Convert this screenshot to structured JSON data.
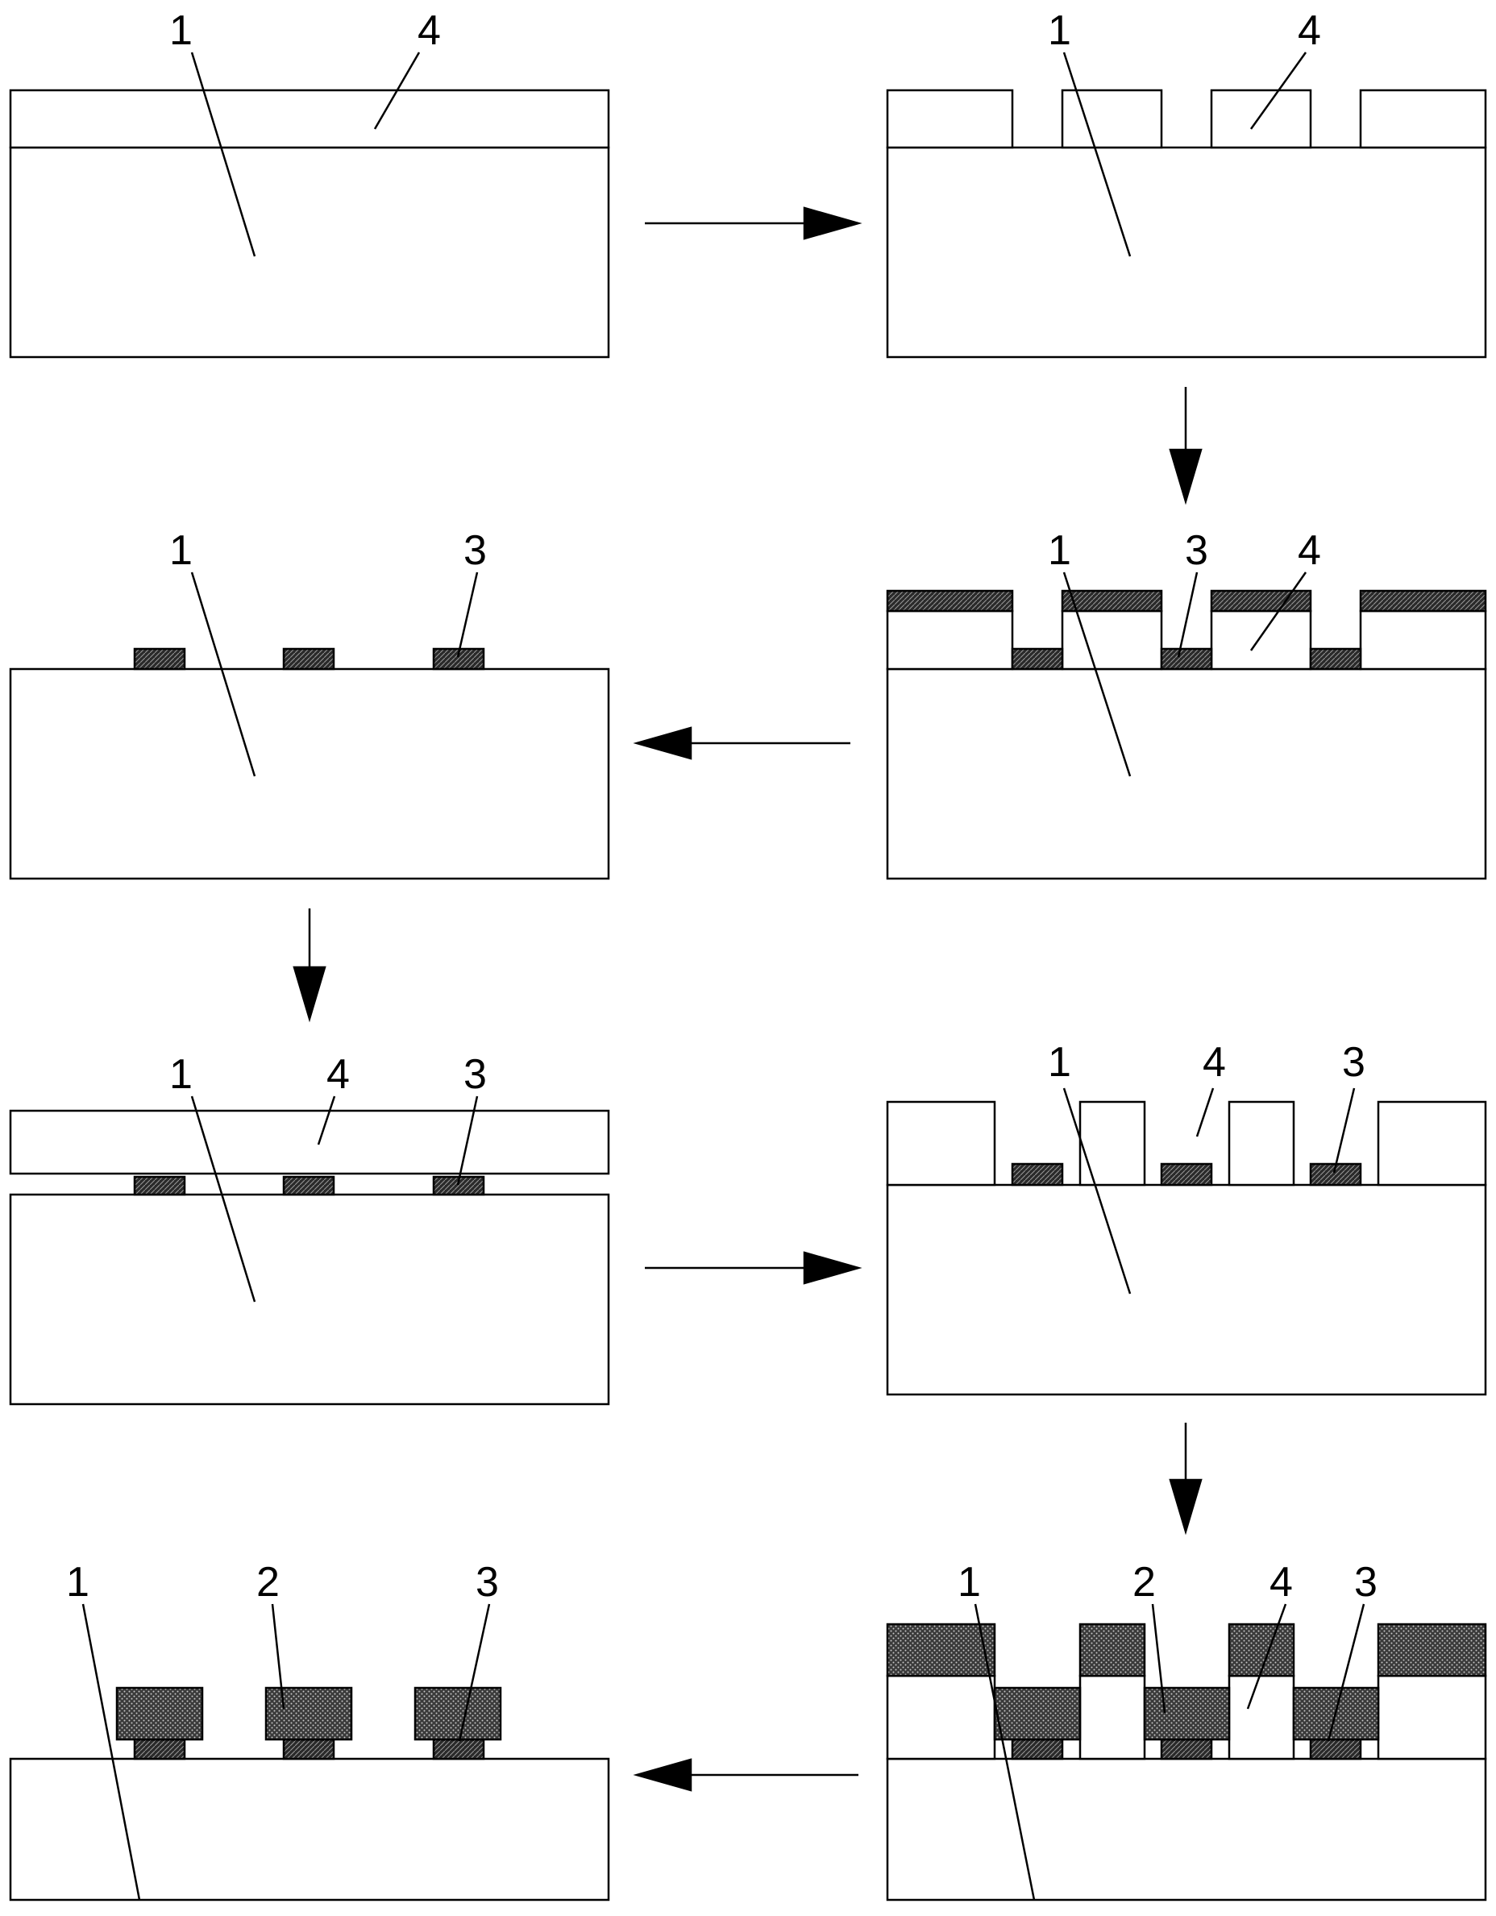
{
  "labels": {
    "substrate": "1",
    "second_layer": "2",
    "first_layer": "3",
    "photoresist": "4"
  },
  "colors": {
    "line": "#000000",
    "background": "#ffffff",
    "hatch_fill": "#2a2a2a",
    "dots_fill": "#3a3a3a"
  },
  "steps": [
    {
      "id": 1,
      "desc_labels": [
        "1",
        "4"
      ]
    },
    {
      "id": 2,
      "desc_labels": [
        "1",
        "4"
      ]
    },
    {
      "id": 3,
      "desc_labels": [
        "1",
        "3",
        "4"
      ]
    },
    {
      "id": 4,
      "desc_labels": [
        "1",
        "3"
      ]
    },
    {
      "id": 5,
      "desc_labels": [
        "1",
        "4",
        "3"
      ]
    },
    {
      "id": 6,
      "desc_labels": [
        "1",
        "4",
        "3"
      ]
    },
    {
      "id": 7,
      "desc_labels": [
        "1",
        "2",
        "4",
        "3"
      ]
    },
    {
      "id": 8,
      "desc_labels": [
        "1",
        "2",
        "3"
      ]
    }
  ],
  "arrows": [
    "right",
    "down",
    "left",
    "down",
    "right",
    "down",
    "left"
  ]
}
